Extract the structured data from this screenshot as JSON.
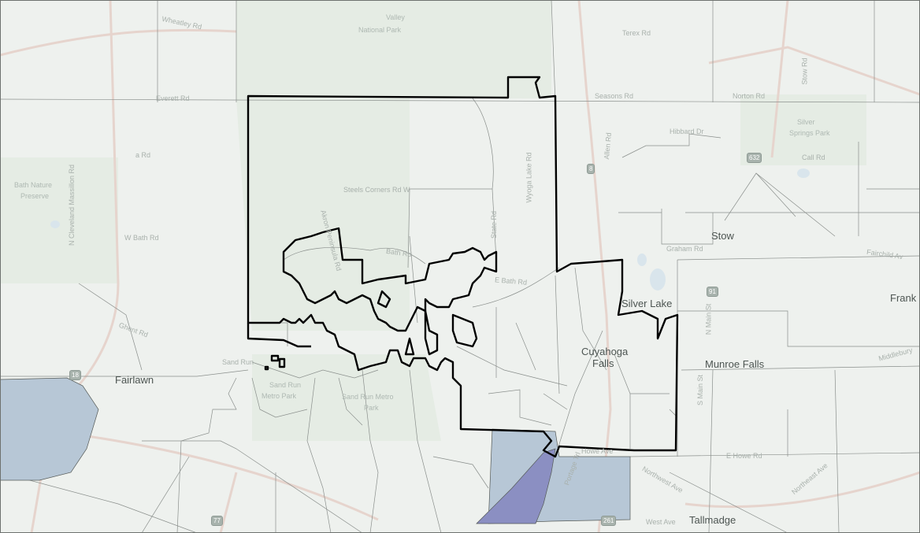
{
  "map": {
    "colors": {
      "background": "#eef1ee",
      "green_area": "#e7ede6",
      "water": "#dbe6ec",
      "road": "#e8d6cf",
      "boundary_thin": "#333333",
      "boundary_thick": "#000000",
      "fill_light": "#b7c7d6",
      "fill_dark": "#8b8fc2"
    },
    "places": {
      "stow": "Stow",
      "silver_lake": "Silver Lake",
      "cuyahoga_falls_1": "Cuyahoga",
      "cuyahoga_falls_2": "Falls",
      "munroe_falls": "Munroe Falls",
      "fairlawn": "Fairlawn",
      "tallmadge": "Tallmadge",
      "frank": "Frank"
    },
    "parks": {
      "cvnp_1": "Valley",
      "cvnp_2": "National Park",
      "bath_np_1": "Bath Nature",
      "bath_np_2": "Preserve",
      "sand_run_1": "Sand Run",
      "sand_run_2": "Metro Park",
      "sand_run_b1": "Sand Run Metro",
      "sand_run_b2": "Park",
      "silver_springs_1": "Silver",
      "silver_springs_2": "Springs Park"
    },
    "roads": {
      "wheatley": "Wheatley Rd",
      "everett": "Everett Rd",
      "bath_a": "a Rd",
      "n_cleveland_massillon": "N Cleveland Massillon Rd",
      "w_bath": "W Bath Rd",
      "steels_corners": "Steels Corners Rd W",
      "bath": "Bath Rd",
      "e_bath": "E Bath Rd",
      "state": "State Rd",
      "wyoga_lake": "Wyoga Lake Rd",
      "terex": "Terex Rd",
      "seasons": "Seasons Rd",
      "norton": "Norton Rd",
      "hibbard": "Hibbard Dr",
      "call": "Call Rd",
      "graham": "Graham Rd",
      "fairchild": "Fairchild Av",
      "ghent": "Ghent Rd",
      "howe_ave": "Howe Ave",
      "e_howe": "E Howe Rd",
      "west_ave": "West Ave",
      "northwest_ave": "Northwest Ave",
      "northeast_ave": "Northeast Ave",
      "s_main": "S Main St",
      "n_main": "N Main St",
      "akron_peninsula": "Akron Peninsula Rd",
      "allen": "Allen Rd",
      "stow": "Stow Rd",
      "middlebury": "Middlebury",
      "portage": "Portage Trl",
      "sand_run": "Sand Run"
    },
    "shields": {
      "s8": "8",
      "s632": "632",
      "s91": "91",
      "s77": "77",
      "s18": "18",
      "s261": "261"
    }
  }
}
